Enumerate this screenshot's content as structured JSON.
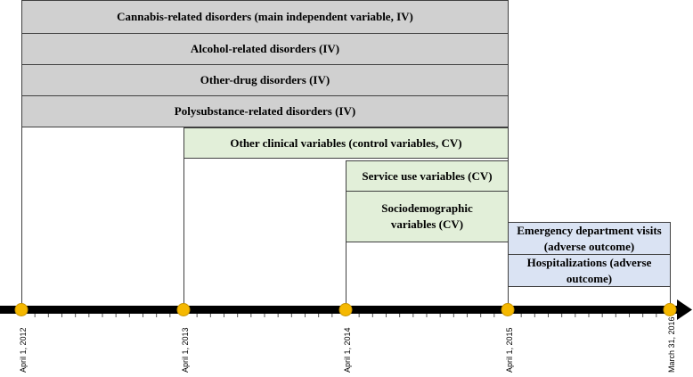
{
  "variables": {
    "cannabis": "Cannabis-related disorders (main independent variable, IV)",
    "alcohol": "Alcohol-related disorders (IV)",
    "other_drug": "Other-drug disorders (IV)",
    "polysubstance": "Polysubstance-related disorders (IV)",
    "other_clinical": "Other clinical variables (control variables, CV)",
    "service_use": "Service use variables (CV)",
    "sociodemographic": "Sociodemographic variables (CV)",
    "ed_visits": "Emergency department visits (adverse outcome)",
    "hospitalizations": "Hospitalizations (adverse outcome)"
  },
  "timeline": {
    "dates": [
      "April 1, 2012",
      "April 1, 2013",
      "April 1, 2014",
      "April 1, 2015",
      "March 31, 2016"
    ]
  },
  "colors": {
    "independent": "#d0d0d0",
    "control": "#e2efd9",
    "outcome": "#dae3f3",
    "timeline_marker": "#f5b800",
    "arrow": "#000000"
  }
}
